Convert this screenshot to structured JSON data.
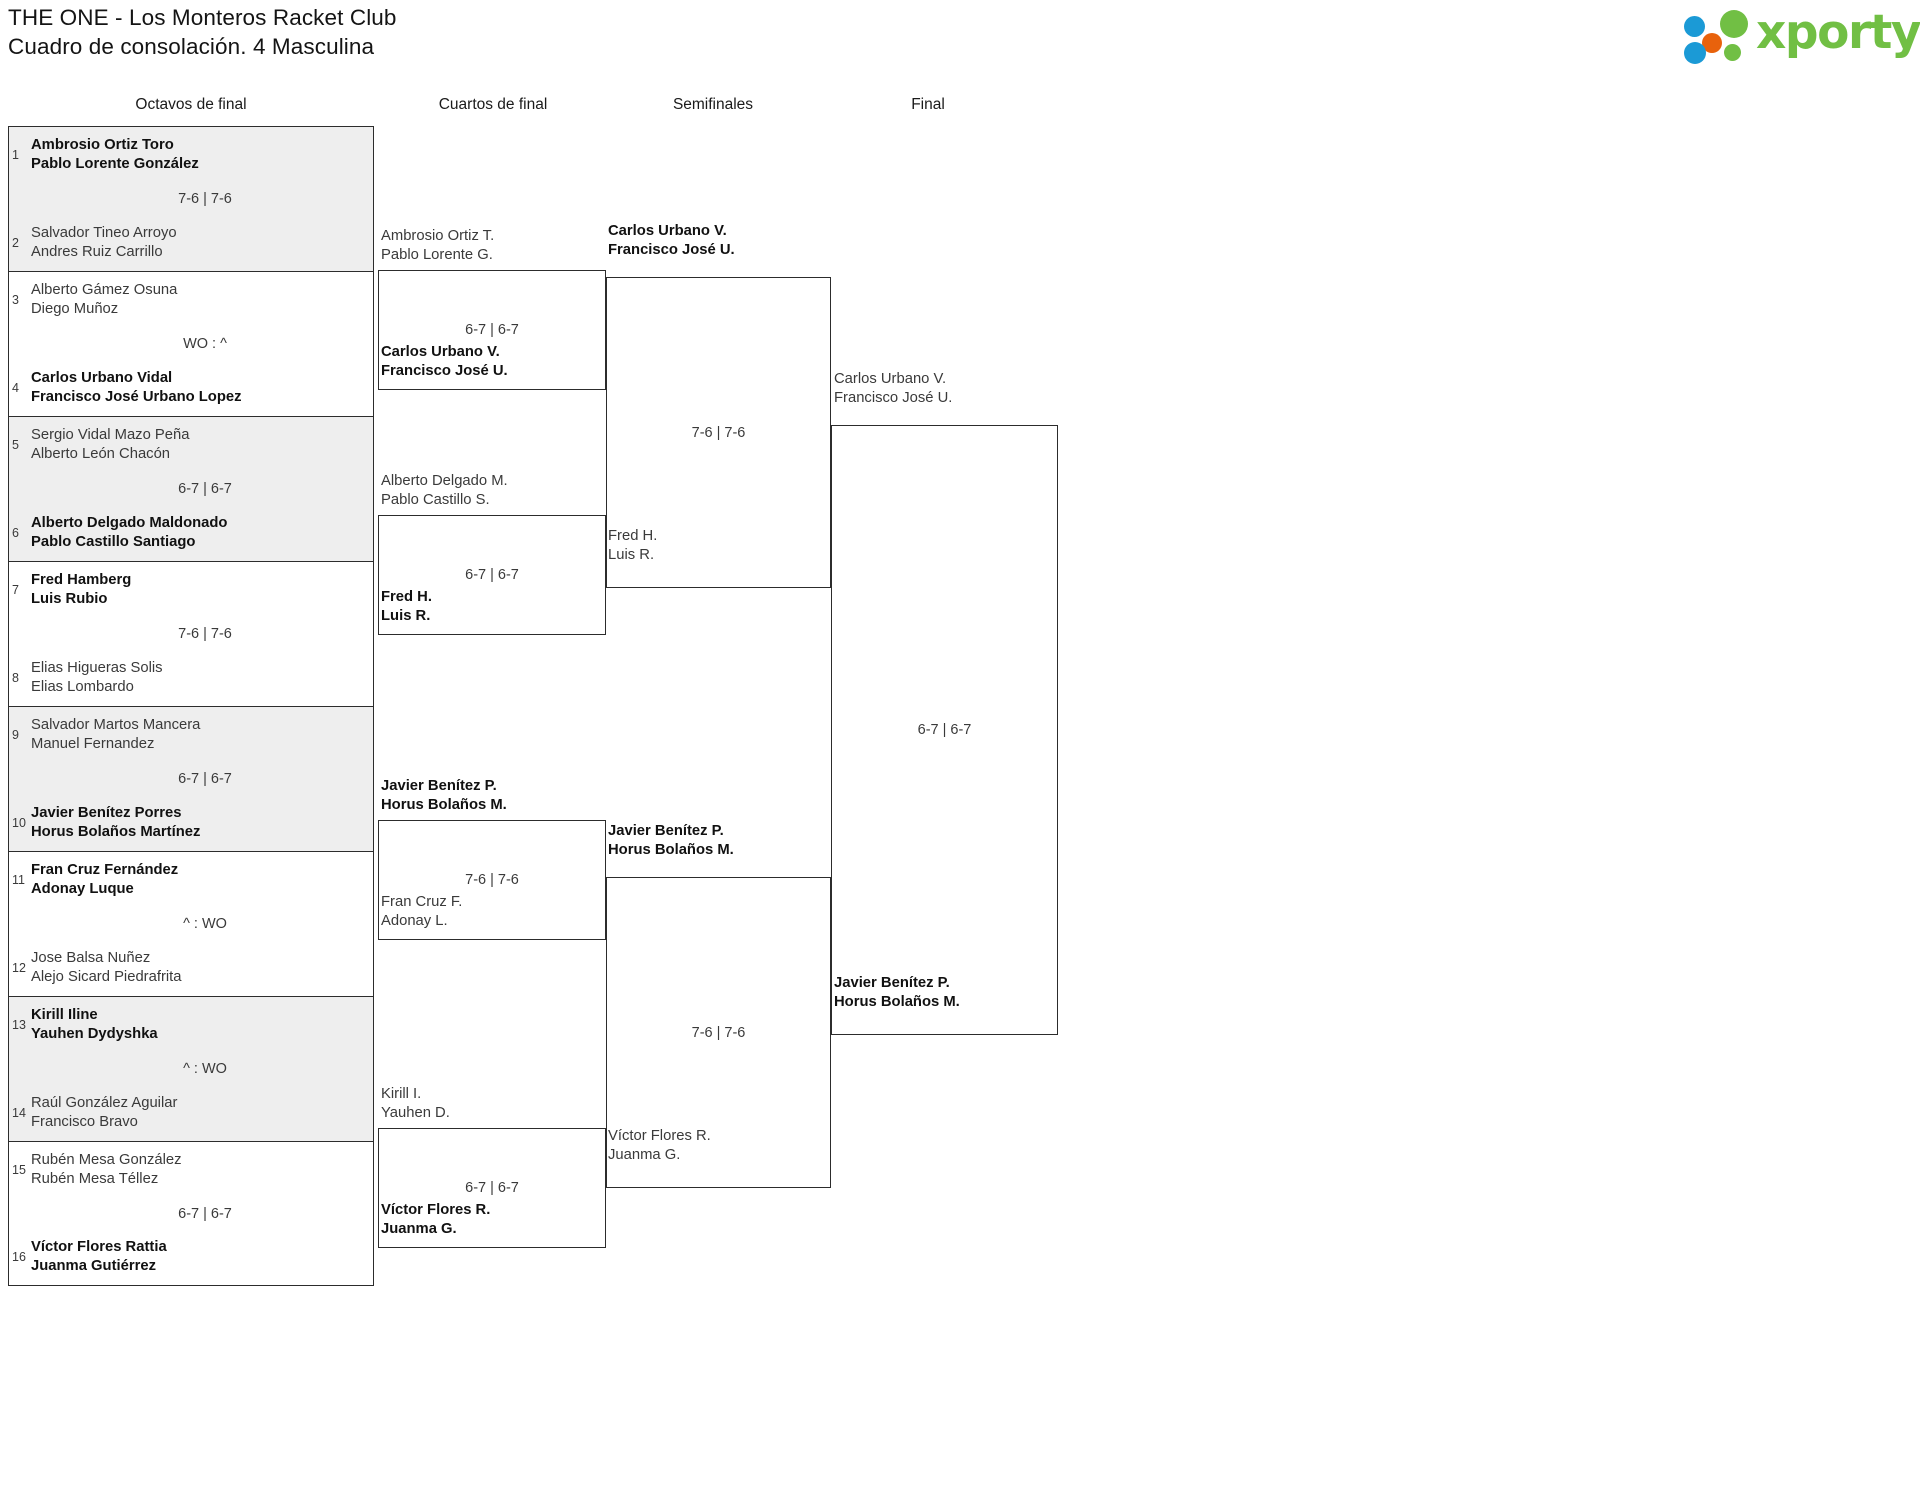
{
  "header": {
    "title_line1": "THE ONE - Los Monteros Racket Club",
    "title_line2": "Cuadro de consolación. 4 Masculina",
    "logo_text": "xporty"
  },
  "rounds": [
    {
      "label": "Octavos de final"
    },
    {
      "label": "Cuartos de final"
    },
    {
      "label": "Semifinales"
    },
    {
      "label": "Final"
    }
  ],
  "round1": [
    {
      "seed_top": "1",
      "seed_bot": "2",
      "top_p1": "Ambrosio Ortiz Toro",
      "top_p2": "Pablo Lorente González",
      "bot_p1": "Salvador Tineo Arroyo",
      "bot_p2": "Andres Ruiz Carrillo",
      "score": "7-6 | 7-6",
      "winner": "top"
    },
    {
      "seed_top": "3",
      "seed_bot": "4",
      "top_p1": "Alberto Gámez Osuna",
      "top_p2": "Diego Muñoz",
      "bot_p1": "Carlos Urbano Vidal",
      "bot_p2": "Francisco José Urbano Lopez",
      "score": "WO : ^",
      "winner": "bot"
    },
    {
      "seed_top": "5",
      "seed_bot": "6",
      "top_p1": "Sergio Vidal Mazo Peña",
      "top_p2": "Alberto León Chacón",
      "bot_p1": "Alberto Delgado Maldonado",
      "bot_p2": "Pablo Castillo Santiago",
      "score": "6-7 | 6-7",
      "winner": "bot"
    },
    {
      "seed_top": "7",
      "seed_bot": "8",
      "top_p1": "Fred Hamberg",
      "top_p2": "Luis Rubio",
      "bot_p1": "Elias Higueras Solis",
      "bot_p2": "Elias Lombardo",
      "score": "7-6 | 7-6",
      "winner": "top"
    },
    {
      "seed_top": "9",
      "seed_bot": "10",
      "top_p1": "Salvador Martos Mancera",
      "top_p2": "Manuel Fernandez",
      "bot_p1": "Javier Benítez Porres",
      "bot_p2": "Horus Bolaños Martínez",
      "score": "6-7 | 6-7",
      "winner": "bot"
    },
    {
      "seed_top": "11",
      "seed_bot": "12",
      "top_p1": "Fran Cruz Fernández",
      "top_p2": "Adonay Luque",
      "bot_p1": "Jose Balsa Nuñez",
      "bot_p2": "Alejo Sicard Piedrafrita",
      "score": "^ : WO",
      "winner": "top"
    },
    {
      "seed_top": "13",
      "seed_bot": "14",
      "top_p1": "Kirill Iline",
      "top_p2": "Yauhen Dydyshka",
      "bot_p1": "Raúl González Aguilar",
      "bot_p2": "Francisco Bravo",
      "score": "^ : WO",
      "winner": "top"
    },
    {
      "seed_top": "15",
      "seed_bot": "16",
      "top_p1": "Rubén Mesa González",
      "top_p2": "Rubén Mesa Téllez",
      "bot_p1": "Víctor Flores Rattia",
      "bot_p2": "Juanma Gutiérrez",
      "score": "6-7 | 6-7",
      "winner": "bot"
    }
  ],
  "round2": [
    {
      "top_p1": "Ambrosio Ortiz T.",
      "top_p2": "Pablo Lorente G.",
      "bot_p1": "Carlos Urbano V.",
      "bot_p2": "Francisco José U.",
      "score": "6-7 | 6-7",
      "winner": "bot"
    },
    {
      "top_p1": "Alberto Delgado M.",
      "top_p2": "Pablo Castillo S.",
      "bot_p1": "Fred H.",
      "bot_p2": "Luis R.",
      "score": "6-7 | 6-7",
      "winner": "bot"
    },
    {
      "top_p1": "Javier Benítez P.",
      "top_p2": "Horus Bolaños M.",
      "bot_p1": "Fran Cruz F.",
      "bot_p2": "Adonay L.",
      "score": "7-6 | 7-6",
      "winner": "top"
    },
    {
      "top_p1": "Kirill I.",
      "top_p2": "Yauhen D.",
      "bot_p1": "Víctor Flores R.",
      "bot_p2": "Juanma G.",
      "score": "6-7 | 6-7",
      "winner": "bot"
    }
  ],
  "round3": [
    {
      "top_p1": "Carlos Urbano V.",
      "top_p2": "Francisco José U.",
      "bot_p1": "Fred H.",
      "bot_p2": "Luis R.",
      "score": "7-6 | 7-6",
      "winner": "top"
    },
    {
      "top_p1": "Javier Benítez P.",
      "top_p2": "Horus Bolaños M.",
      "bot_p1": "Víctor Flores R.",
      "bot_p2": "Juanma G.",
      "score": "7-6 | 7-6",
      "winner": "top"
    }
  ],
  "round4": [
    {
      "top_p1": "Carlos Urbano V.",
      "top_p2": "Francisco José U.",
      "bot_p1": "Javier Benítez P.",
      "bot_p2": "Horus Bolaños M.",
      "score": "6-7 | 6-7",
      "winner": "bot"
    }
  ]
}
